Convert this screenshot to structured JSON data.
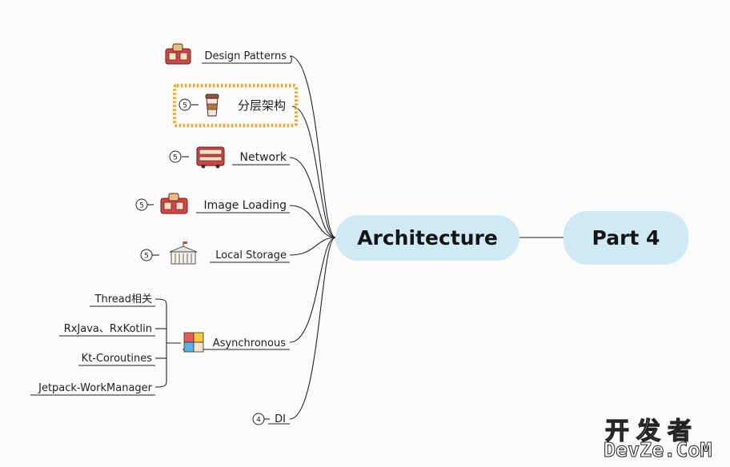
{
  "root": {
    "label": "Architecture"
  },
  "parent": {
    "label": "Part 4"
  },
  "branches": [
    {
      "key": "design",
      "label": "Design Patterns",
      "badge": null,
      "icon": "jigsaw-puzzle-icon"
    },
    {
      "key": "layered",
      "label": "分层架构",
      "badge": "5",
      "icon": "coffee-cup-icon",
      "highlight_color": "#f5a623"
    },
    {
      "key": "network",
      "label": "Network",
      "badge": "5",
      "icon": "double-decker-bus-icon"
    },
    {
      "key": "image",
      "label": "Image Loading",
      "badge": "5",
      "icon": "jigsaw-puzzle-icon"
    },
    {
      "key": "storage",
      "label": "Local Storage",
      "badge": "5",
      "icon": "government-building-icon"
    },
    {
      "key": "async",
      "label": "Asynchronous",
      "badge": null,
      "icon": "puzzle-piece-icon"
    },
    {
      "key": "di",
      "label": "DI",
      "badge": "4",
      "icon": null
    }
  ],
  "async_children": [
    "Thread相关",
    "RxJava、RxKotlin",
    "Kt-Coroutines",
    "Jetpack-WorkManager"
  ],
  "watermark": {
    "line1": "开发者",
    "line2": "DevZe.CoM"
  },
  "colors": {
    "pill": "#cfeaf5",
    "highlight": "#f5a623",
    "line": "#222222"
  }
}
